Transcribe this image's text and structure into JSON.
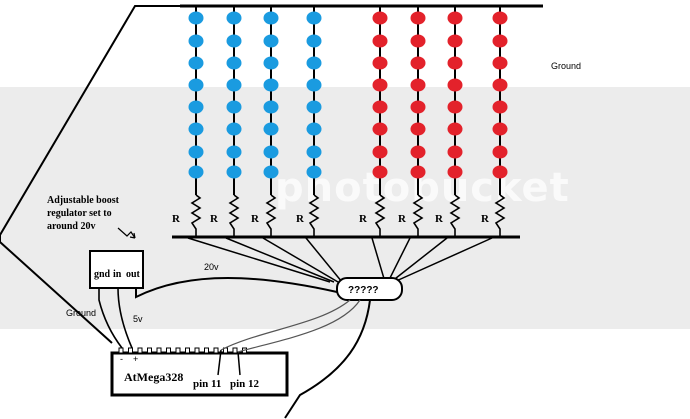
{
  "labels": {
    "ground_top": "Ground",
    "regulator_note": [
      "Adjustable boost",
      "regulator set to",
      "around 20v"
    ],
    "reg_gnd": "gnd",
    "reg_in": "in",
    "reg_out": "out",
    "v20": "20v",
    "ground_left": "Ground",
    "v5": "5v",
    "minus": "-",
    "plus": "+",
    "chip": "AtMega328",
    "pin11": "pin 11",
    "pin12": "pin 12",
    "unknown": "?????",
    "resistor": "R",
    "watermark": "photobucket"
  },
  "colors": {
    "blue_led": "#1a9be0",
    "red_led": "#e3222b"
  },
  "strings": [
    {
      "color": "blue"
    },
    {
      "color": "blue"
    },
    {
      "color": "blue"
    },
    {
      "color": "blue"
    },
    {
      "color": "red"
    },
    {
      "color": "red"
    },
    {
      "color": "red"
    },
    {
      "color": "red"
    }
  ]
}
